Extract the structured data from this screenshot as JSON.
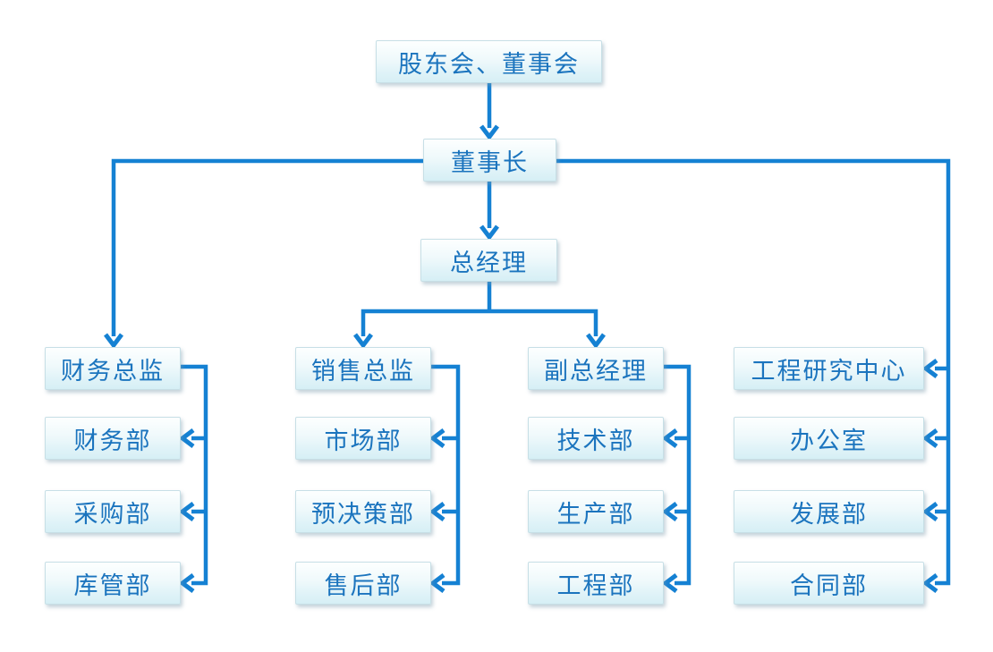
{
  "diagram": {
    "type": "org-chart",
    "nodes": {
      "root": "股东会、董事会",
      "chairman": "董事长",
      "general_manager": "总经理"
    },
    "columns": [
      {
        "parent": "财务总监",
        "children": [
          "财务部",
          "采购部",
          "库管部"
        ]
      },
      {
        "parent": "销售总监",
        "children": [
          "市场部",
          "预决策部",
          "售后部"
        ]
      },
      {
        "parent": "副总经理",
        "children": [
          "技术部",
          "生产部",
          "工程部"
        ]
      },
      {
        "parent": "工程研究中心",
        "children": [
          "办公室",
          "发展部",
          "合同部"
        ]
      }
    ],
    "colors": {
      "line": "#1581D3",
      "text": "#1B74BE",
      "box_top": "#FDFFFF",
      "box_bottom": "#D6EFF5",
      "border": "#C7DFE6"
    }
  }
}
